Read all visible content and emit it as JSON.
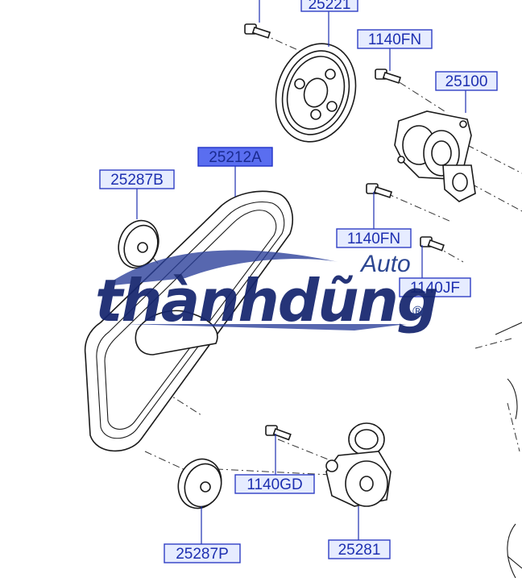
{
  "labels": {
    "pulley_25221": "25221",
    "bolt_1140fn_top": "1140FN",
    "pump_25100": "25100",
    "belt_25212a": "25212A",
    "idler_25287b": "25287B",
    "bolt_1140fn_mid": "1140FN",
    "bolt_1140jf": "1140JF",
    "bolt_1140gd": "1140GD",
    "idler_25287p": "25287P",
    "tensioner_25281": "25281"
  },
  "watermark": {
    "brand": "thànhdũng",
    "sub": "Auto",
    "mark": "®"
  },
  "colors": {
    "label_fill": "#e6ecff",
    "label_stroke": "#2f3fc4",
    "highlight_fill": "#5a6ef0",
    "watermark": "#15256e"
  }
}
